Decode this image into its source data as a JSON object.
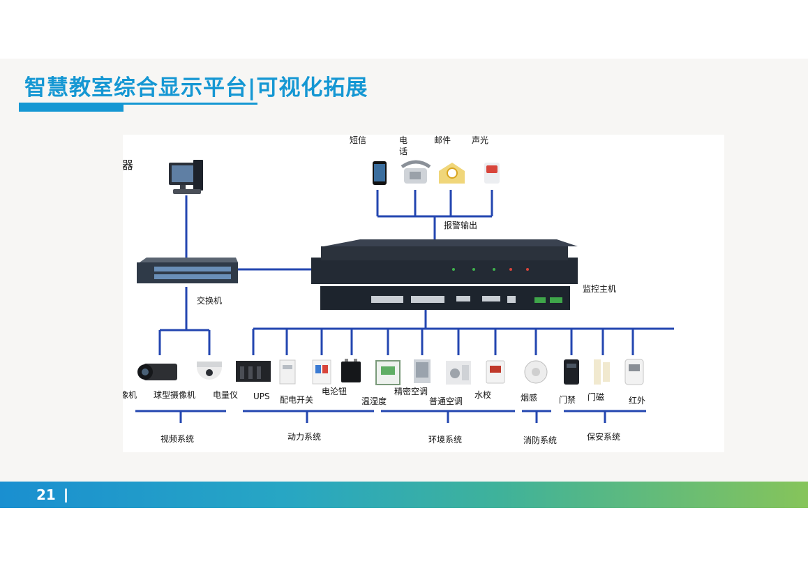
{
  "header": {
    "title": "智慧教室综合显示平台|可视化拓展"
  },
  "footer": {
    "page_number": "21"
  },
  "colors": {
    "title": "#1597d3",
    "lines": "#2346b0",
    "footer_start": "#1a8fd0",
    "footer_end": "#86c45a"
  },
  "diagram": {
    "browser": "IE浏览器",
    "switch": "交换机",
    "host": "监控主机",
    "alarm_output": "报警输出",
    "alarm_channels": {
      "sms": "短信",
      "phone_line1": "电",
      "phone_line2": "话",
      "email": "邮件",
      "sound_light": "声光"
    },
    "devices": {
      "gun_camera": "枪型摄像机",
      "dome_camera": "球型摄像机",
      "power_meter": "电量仪",
      "ups": "UPS",
      "distribution_switch": "配电开关",
      "battery": "电沦钮",
      "temp_humidity": "温湿度",
      "precision_ac": "精密空调",
      "ordinary_ac": "普通空调",
      "water_leak": "水校",
      "smoke": "烟感",
      "access_control": "门禁",
      "door_magnet": "门磁",
      "infrared": "红外"
    },
    "systems": {
      "video": "视频系统",
      "power": "动力系统",
      "environment": "环境系统",
      "fire": "消防系统",
      "security": "保安系统"
    }
  }
}
